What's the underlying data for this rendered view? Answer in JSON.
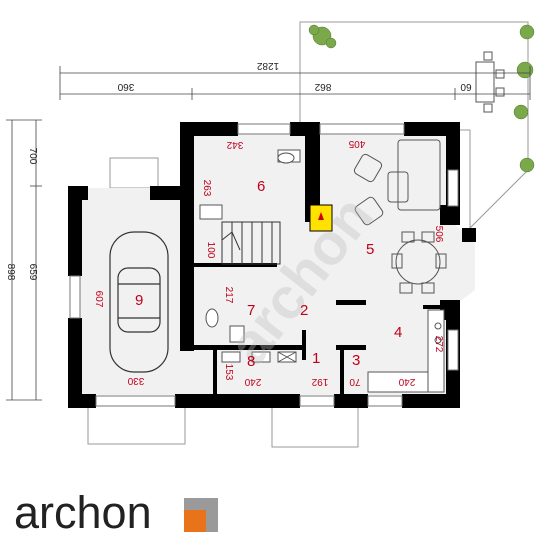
{
  "dimensions": {
    "overall_width": "1282",
    "segment_left": "360",
    "segment_mid": "862",
    "segment_right": "60",
    "height_top": "700",
    "height_total": "898",
    "height_house": "659"
  },
  "rooms": [
    {
      "number": "6",
      "label": "6"
    },
    {
      "number": "5",
      "label": "5"
    },
    {
      "number": "9",
      "label": "9"
    },
    {
      "number": "7",
      "label": "7"
    },
    {
      "number": "2",
      "label": "2"
    },
    {
      "number": "8",
      "label": "8"
    },
    {
      "number": "1",
      "label": "1"
    },
    {
      "number": "3",
      "label": "3"
    },
    {
      "number": "4",
      "label": "4"
    }
  ],
  "room_dims": {
    "r6_w": "342",
    "r6_h": "263",
    "r6_small": "100",
    "r5_w": "405",
    "r5_h": "506",
    "r9_h": "607",
    "r9_w": "330",
    "r7_h": "217",
    "r8_h": "153",
    "r8_w": "240",
    "r1_w": "192",
    "r3_w": "70",
    "r4_w": "240",
    "r4_h": "272"
  },
  "watermark": "archon",
  "brand": {
    "name": "archon",
    "accent": "#e8731a",
    "secondary": "#9a9a9a"
  },
  "colors": {
    "wall": "#000000",
    "floor": "#f1f1f1",
    "terrace": "#ffffff",
    "room_text": "#c0001a"
  }
}
